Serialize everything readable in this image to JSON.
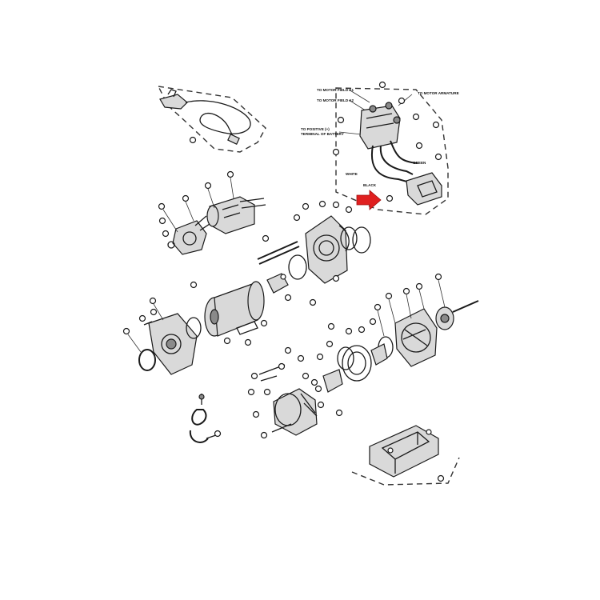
{
  "labels": {
    "field_a1": "TO MOTOR FIELD A1",
    "field_a2": "TO MOTOR FIELD A2",
    "armature": "TO MOTOR ARMATURE",
    "positive": "TO POSITIVE (+)",
    "battery": "TERMINAL OF BATTERY",
    "green": "GREEN",
    "white": "WHITE",
    "black": "BLACK"
  },
  "colors": {
    "highlight_arrow": "#e02020",
    "line": "#1a1a1a"
  }
}
